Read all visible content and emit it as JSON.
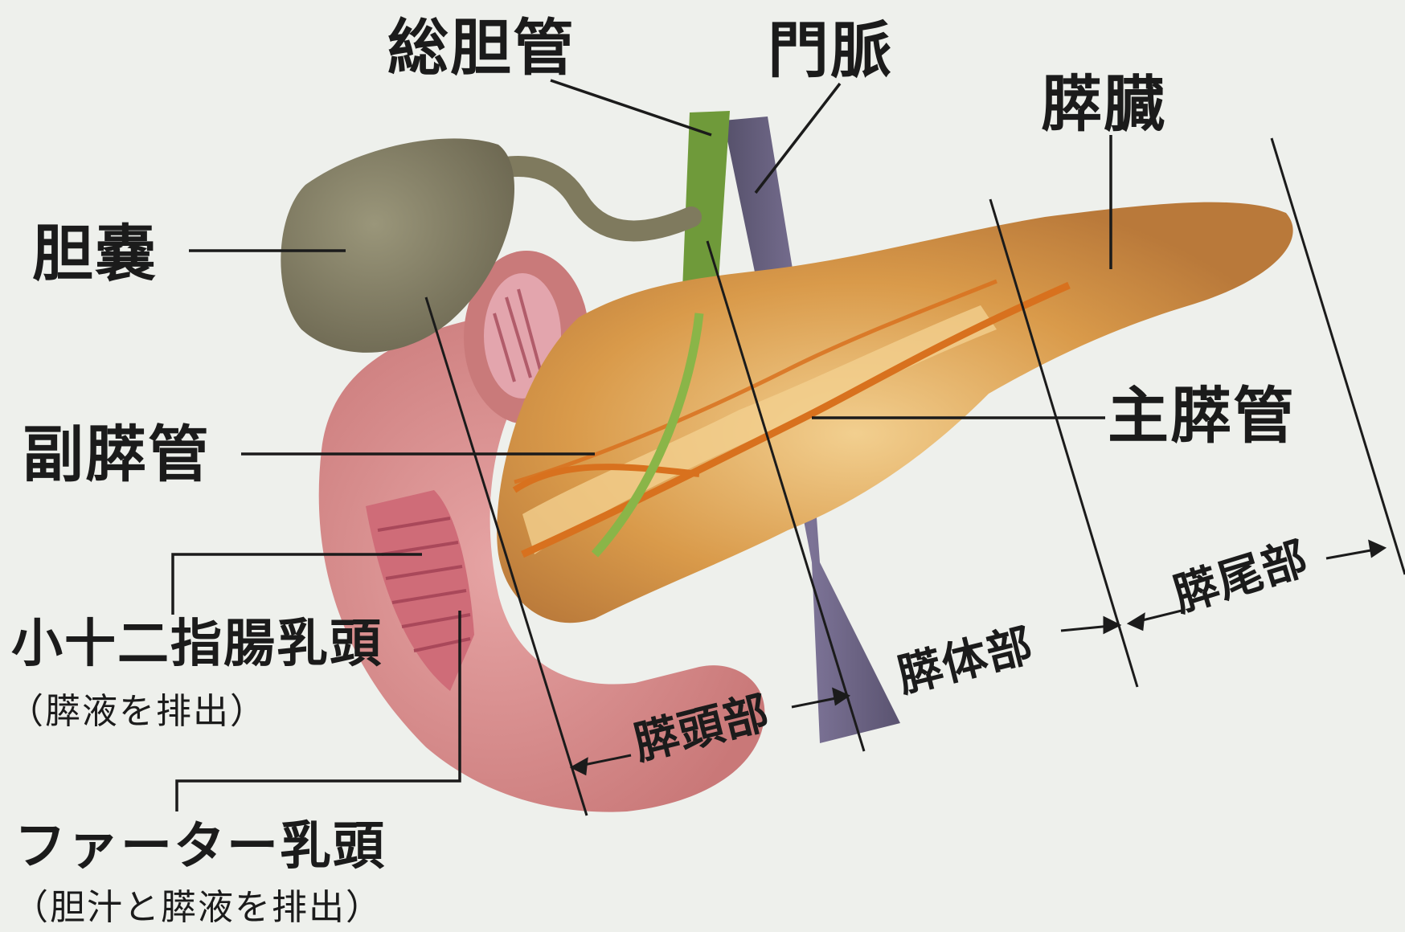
{
  "labels": {
    "common_bile_duct": "総胆管",
    "portal_vein": "門脈",
    "pancreas": "膵臓",
    "gallbladder": "胆嚢",
    "accessory_duct": "副膵管",
    "main_duct": "主膵管",
    "minor_papilla": "小十二指腸乳頭",
    "minor_papilla_note": "（膵液を排出）",
    "vater_papilla": "ファーター乳頭",
    "vater_papilla_note": "（胆汁と膵液を排出）",
    "head": "膵頭部",
    "body": "膵体部",
    "tail": "膵尾部"
  },
  "colors": {
    "background": "#eef0ec",
    "pancreas": "#d99a4a",
    "pancreas_light": "#f0c883",
    "duct": "#d8711e",
    "duodenum": "#d88c8c",
    "duodenum_inner": "#c9606c",
    "gallbladder": "#7f7a5e",
    "bile_duct": "#6f9a3a",
    "portal_vein": "#6e6484",
    "line": "#1b1b1b"
  }
}
